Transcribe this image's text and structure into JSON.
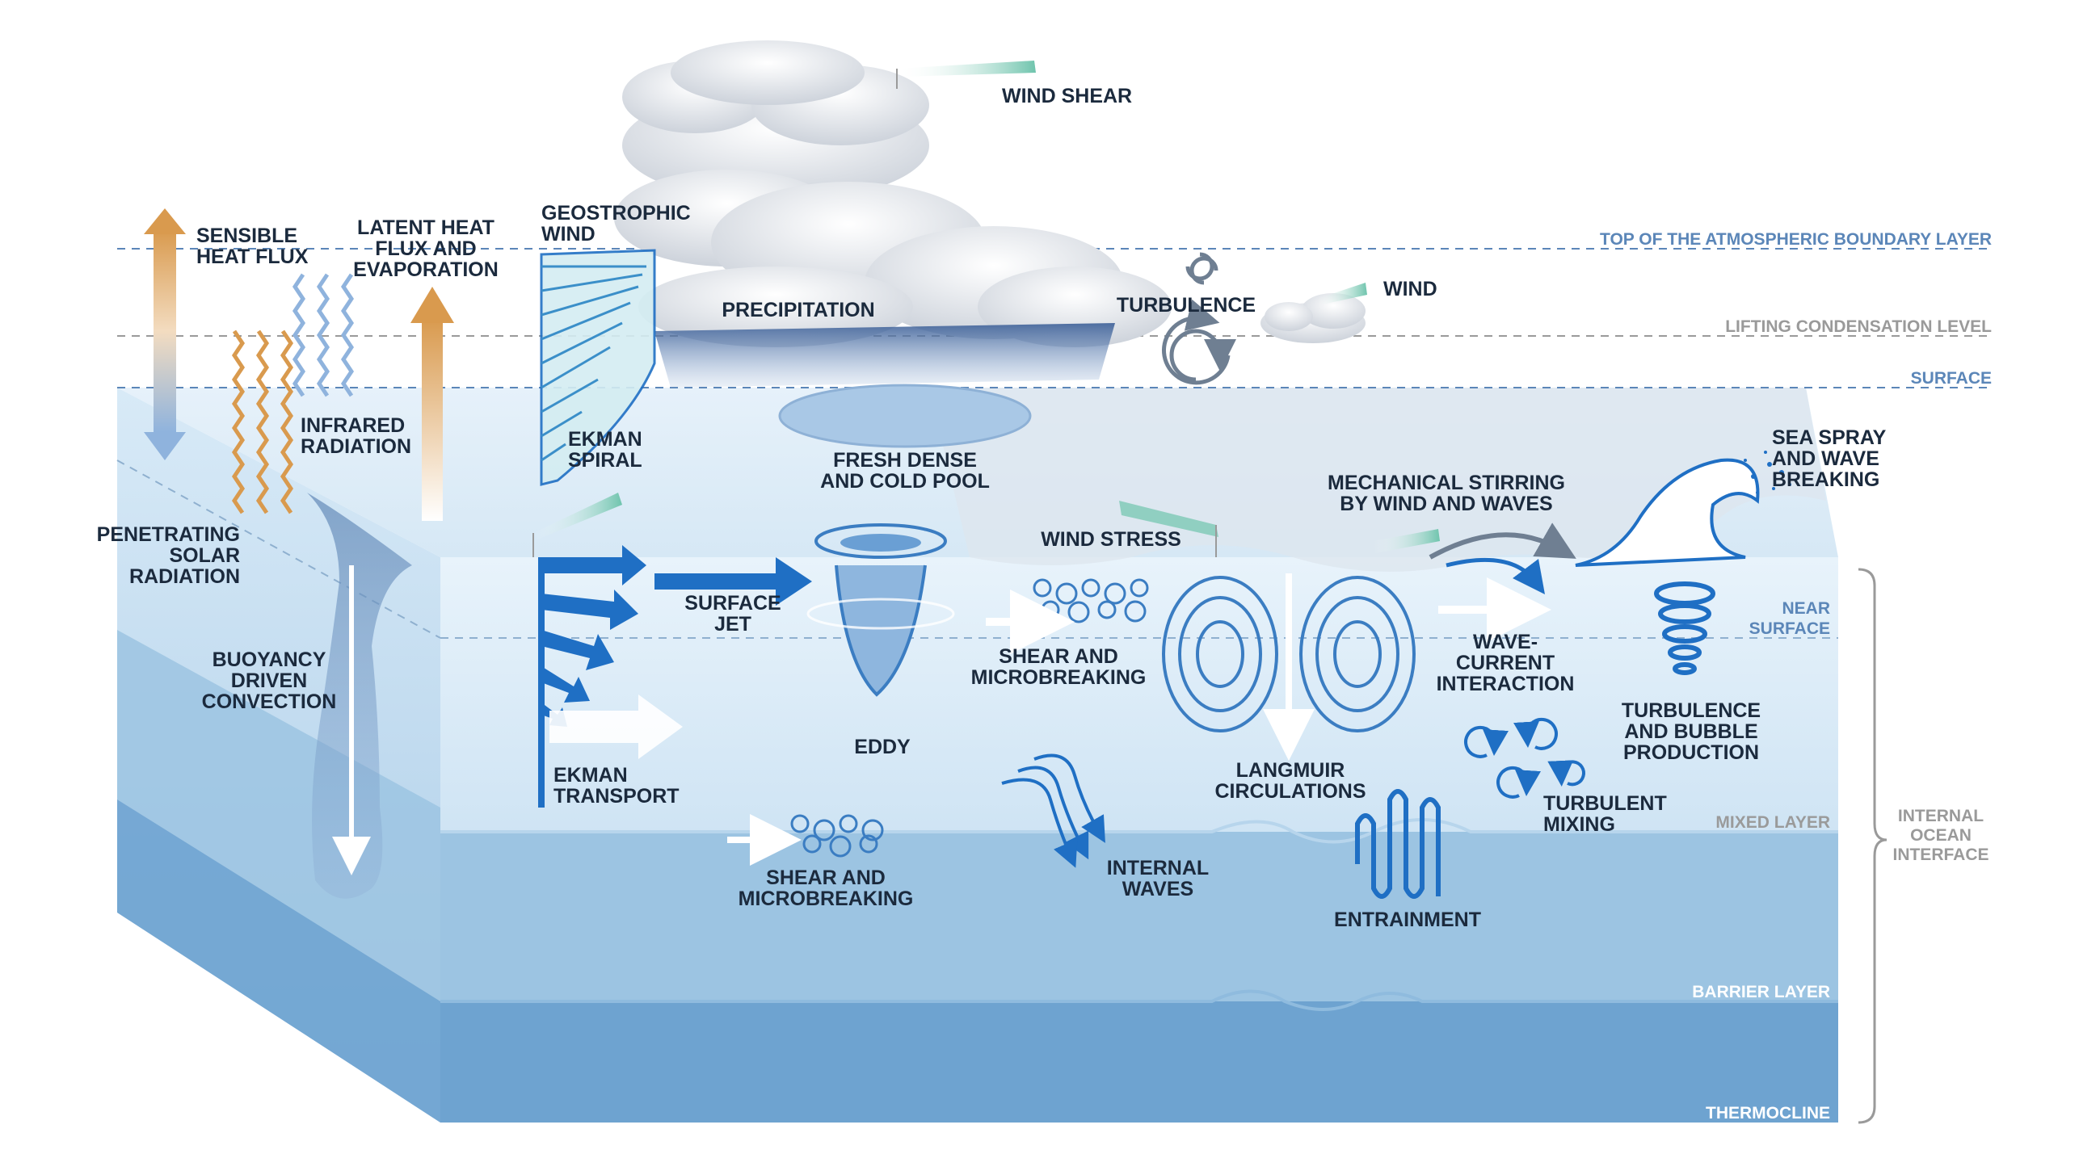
{
  "atmosphere_levels": {
    "top": "TOP OF THE ATMOSPHERIC BOUNDARY LAYER",
    "lcl": "LIFTING CONDENSATION LEVEL",
    "surface": "SURFACE"
  },
  "ocean_layers": {
    "near_surface_1": "NEAR",
    "near_surface_2": "SURFACE",
    "mixed": "MIXED LAYER",
    "barrier": "BARRIER LAYER",
    "thermocline": "THERMOCLINE",
    "interface_1": "INTERNAL",
    "interface_2": "OCEAN",
    "interface_3": "INTERFACE"
  },
  "labels": {
    "wind_shear": "WIND SHEAR",
    "sensible_1": "SENSIBLE",
    "sensible_2": "HEAT FLUX",
    "latent_1": "LATENT HEAT",
    "latent_2": "FLUX AND",
    "latent_3": "EVAPORATION",
    "geostrophic_1": "GEOSTROPHIC",
    "geostrophic_2": "WIND",
    "precipitation": "PRECIPITATION",
    "turbulence": "TURBULENCE",
    "wind": "WIND",
    "infrared_1": "INFRARED",
    "infrared_2": "RADIATION",
    "ekman_spiral_1": "EKMAN",
    "ekman_spiral_2": "SPIRAL",
    "fresh_pool_1": "FRESH DENSE",
    "fresh_pool_2": "AND COLD POOL",
    "mechanical_1": "MECHANICAL STIRRING",
    "mechanical_2": "BY WIND AND WAVES",
    "sea_spray_1": "SEA SPRAY",
    "sea_spray_2": "AND WAVE",
    "sea_spray_3": "BREAKING",
    "penetrating_1": "PENETRATING",
    "penetrating_2": "SOLAR",
    "penetrating_3": "RADIATION",
    "wind_stress": "WIND STRESS",
    "surface_jet_1": "SURFACE",
    "surface_jet_2": "JET",
    "buoyancy_1": "BUOYANCY",
    "buoyancy_2": "DRIVEN",
    "buoyancy_3": "CONVECTION",
    "shear_upper_1": "SHEAR AND",
    "shear_upper_2": "MICROBREAKING",
    "wave_current_1": "WAVE-",
    "wave_current_2": "CURRENT",
    "wave_current_3": "INTERACTION",
    "eddy": "EDDY",
    "turb_bubble_1": "TURBULENCE",
    "turb_bubble_2": "AND BUBBLE",
    "turb_bubble_3": "PRODUCTION",
    "langmuir_1": "LANGMUIR",
    "langmuir_2": "CIRCULATIONS",
    "ekman_transport_1": "EKMAN",
    "ekman_transport_2": "TRANSPORT",
    "turb_mixing_1": "TURBULENT",
    "turb_mixing_2": "MIXING",
    "internal_waves_1": "INTERNAL",
    "internal_waves_2": "WAVES",
    "shear_lower_1": "SHEAR AND",
    "shear_lower_2": "MICROBREAKING",
    "entrainment": "ENTRAINMENT"
  },
  "colors": {
    "level_line": "#5b86b8",
    "level_text_blue": "#5b86b8",
    "level_text_gray": "#9a9a9a",
    "label_text": "#1b2a3d",
    "ocean_mixed": "#cfe4f4",
    "ocean_barrier": "#9cc4e2",
    "ocean_thermo": "#6ea3d0",
    "arrow_blue": "#1f6fc4",
    "arrow_orange": "#d99a4e",
    "wind_teal": "#6fc4ad"
  }
}
